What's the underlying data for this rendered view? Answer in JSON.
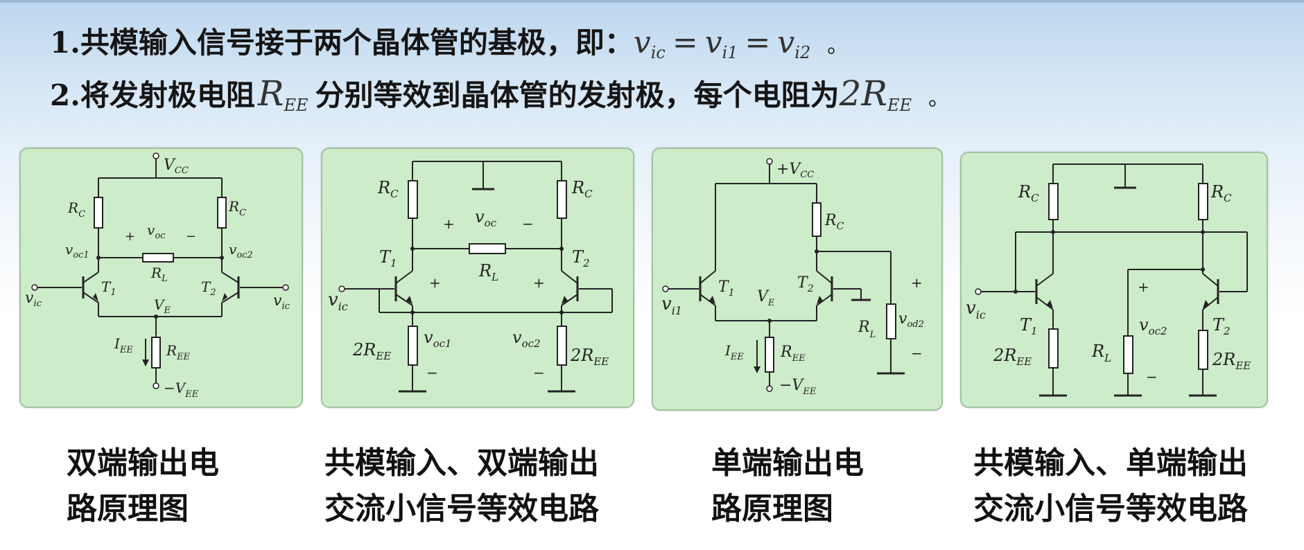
{
  "header": {
    "line1_text": "1.共模输入信号接于两个晶体管的基极，即：",
    "line1_end": "。",
    "line2_text_a": "2.将发射极电阻",
    "line2_text_b": "分别等效到晶体管的发射极，每个电阻为",
    "line2_end": "。",
    "math": {
      "v": "v",
      "R": "R",
      "two": "2",
      "eq": "=",
      "sub_ic": "ic",
      "sub_i1": "i1",
      "sub_i2": "i2",
      "sub_EE": "EE"
    }
  },
  "panels": [
    {
      "labels": {
        "vcc": "V",
        "vcc_sub": "CC",
        "rc_left": "R",
        "rc_left_sub": "C",
        "rc_right": "R",
        "rc_right_sub": "C",
        "plus": "+",
        "voc": "v",
        "voc_sub": "oc",
        "minus": "−",
        "voc1": "v",
        "voc1_sub": "oc1",
        "voc2": "v",
        "voc2_sub": "oc2",
        "rl": "R",
        "rl_sub": "L",
        "vic_left": "v",
        "vic_left_sub": "ic",
        "t1": "T",
        "t1_sub": "1",
        "t2": "T",
        "t2_sub": "2",
        "ve": "V",
        "ve_sub": "E",
        "vic_right": "v",
        "vic_right_sub": "ic",
        "iee": "I",
        "iee_sub": "EE",
        "ree": "R",
        "ree_sub": "EE",
        "vee": "−V",
        "vee_sub": "EE"
      }
    },
    {
      "labels": {
        "rc_left": "R",
        "rc_left_sub": "C",
        "rc_right": "R",
        "rc_right_sub": "C",
        "voc": "v",
        "voc_sub": "oc",
        "plus_top": "+",
        "minus_top": "−",
        "t1": "T",
        "t1_sub": "1",
        "t2": "T",
        "t2_sub": "2",
        "rl": "R",
        "rl_sub": "L",
        "plus_l": "+",
        "plus_r": "+",
        "vic": "v",
        "vic_sub": "ic",
        "voc1": "v",
        "voc1_sub": "oc1",
        "voc2": "v",
        "voc2_sub": "oc2",
        "ree_left": "2R",
        "ree_left_sub": "EE",
        "ree_right": "2R",
        "ree_right_sub": "EE",
        "minus_l": "−",
        "minus_r": "−"
      }
    },
    {
      "labels": {
        "vcc": "+V",
        "vcc_sub": "CC",
        "rc": "R",
        "rc_sub": "C",
        "vi1": "v",
        "vi1_sub": "i1",
        "t1": "T",
        "t1_sub": "1",
        "ve": "V",
        "ve_sub": "E",
        "t2": "T",
        "t2_sub": "2",
        "plus": "+",
        "vod2": "v",
        "vod2_sub": "od2",
        "rl": "R",
        "rl_sub": "L",
        "iee": "I",
        "iee_sub": "EE",
        "ree": "R",
        "ree_sub": "EE",
        "minus": "−",
        "vee": "−V",
        "vee_sub": "EE"
      }
    },
    {
      "labels": {
        "rc_left": "R",
        "rc_left_sub": "C",
        "rc_right": "R",
        "rc_right_sub": "C",
        "plus": "+",
        "vic": "v",
        "vic_sub": "ic",
        "t1": "T",
        "t1_sub": "1",
        "voc2": "v",
        "voc2_sub": "oc2",
        "t2": "T",
        "t2_sub": "2",
        "ree_left": "2R",
        "ree_left_sub": "EE",
        "rl": "R",
        "rl_sub": "L",
        "ree_right": "2R",
        "ree_right_sub": "EE",
        "minus": "−"
      }
    }
  ],
  "captions": [
    {
      "line1": "双端输出电",
      "line2": "路原理图"
    },
    {
      "line1": "共模输入、双端输出",
      "line2": "交流小信号等效电路"
    },
    {
      "line1": "单端输出电",
      "line2": "路原理图"
    },
    {
      "line1": "共模输入、单端输出",
      "line2": "交流小信号等效电路"
    }
  ]
}
